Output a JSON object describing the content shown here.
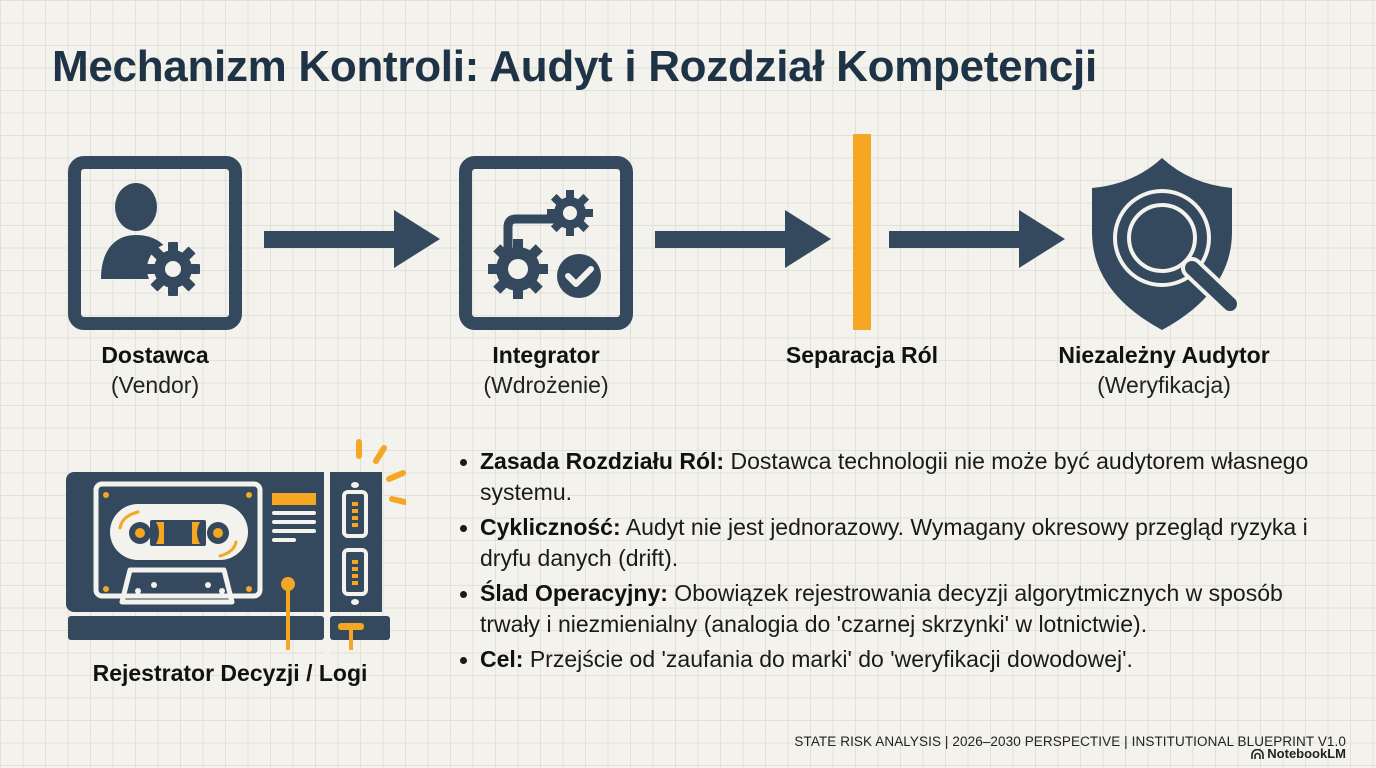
{
  "title": "Mechanizm Kontroli: Audyt i Rozdział Kompetencji",
  "colors": {
    "primary": "#34495e",
    "accent": "#f5a623",
    "background": "#f3f2ec",
    "grid": "#e2e1d9"
  },
  "flow": {
    "nodes": [
      {
        "title": "Dostawca",
        "subtitle": "(Vendor)",
        "icon": "user-gear-icon"
      },
      {
        "title": "Integrator",
        "subtitle": "(Wdrożenie)",
        "icon": "gears-check-icon"
      },
      {
        "title": "Separacja Ról",
        "subtitle": "",
        "icon": "separator-bar-icon"
      },
      {
        "title": "Niezależny Audytor",
        "subtitle": "(Weryfikacja)",
        "icon": "shield-magnifier-check-icon"
      }
    ],
    "arrows": [
      "arrow-right-icon",
      "arrow-right-icon",
      "arrow-right-icon"
    ]
  },
  "recorder": {
    "label": "Rejestrator Decyzji / Logi",
    "icon": "cassette-recorder-icon"
  },
  "bullets": [
    {
      "term": "Zasada Rozdziału Ról:",
      "text": " Dostawca technologii nie może być audytorem własnego systemu."
    },
    {
      "term": "Cykliczność:",
      "text": " Audyt nie jest jednorazowy. Wymagany okresowy przegląd ryzyka i dryfu danych (drift)."
    },
    {
      "term": "Ślad Operacyjny:",
      "text": " Obowiązek rejestrowania decyzji algorytmicznych w sposób trwały i niezmienialny (analogia do 'czarnej skrzynki' w lotnictwie)."
    },
    {
      "term": "Cel:",
      "text": " Przejście od 'zaufania do marki' do 'weryfikacji dowodowej'."
    }
  ],
  "footer": {
    "text": "STATE RISK ANALYSIS | 2026–2030 PERSPECTIVE | INSTITUTIONAL BLUEPRINT V1.0",
    "brand": "NotebookLM"
  }
}
